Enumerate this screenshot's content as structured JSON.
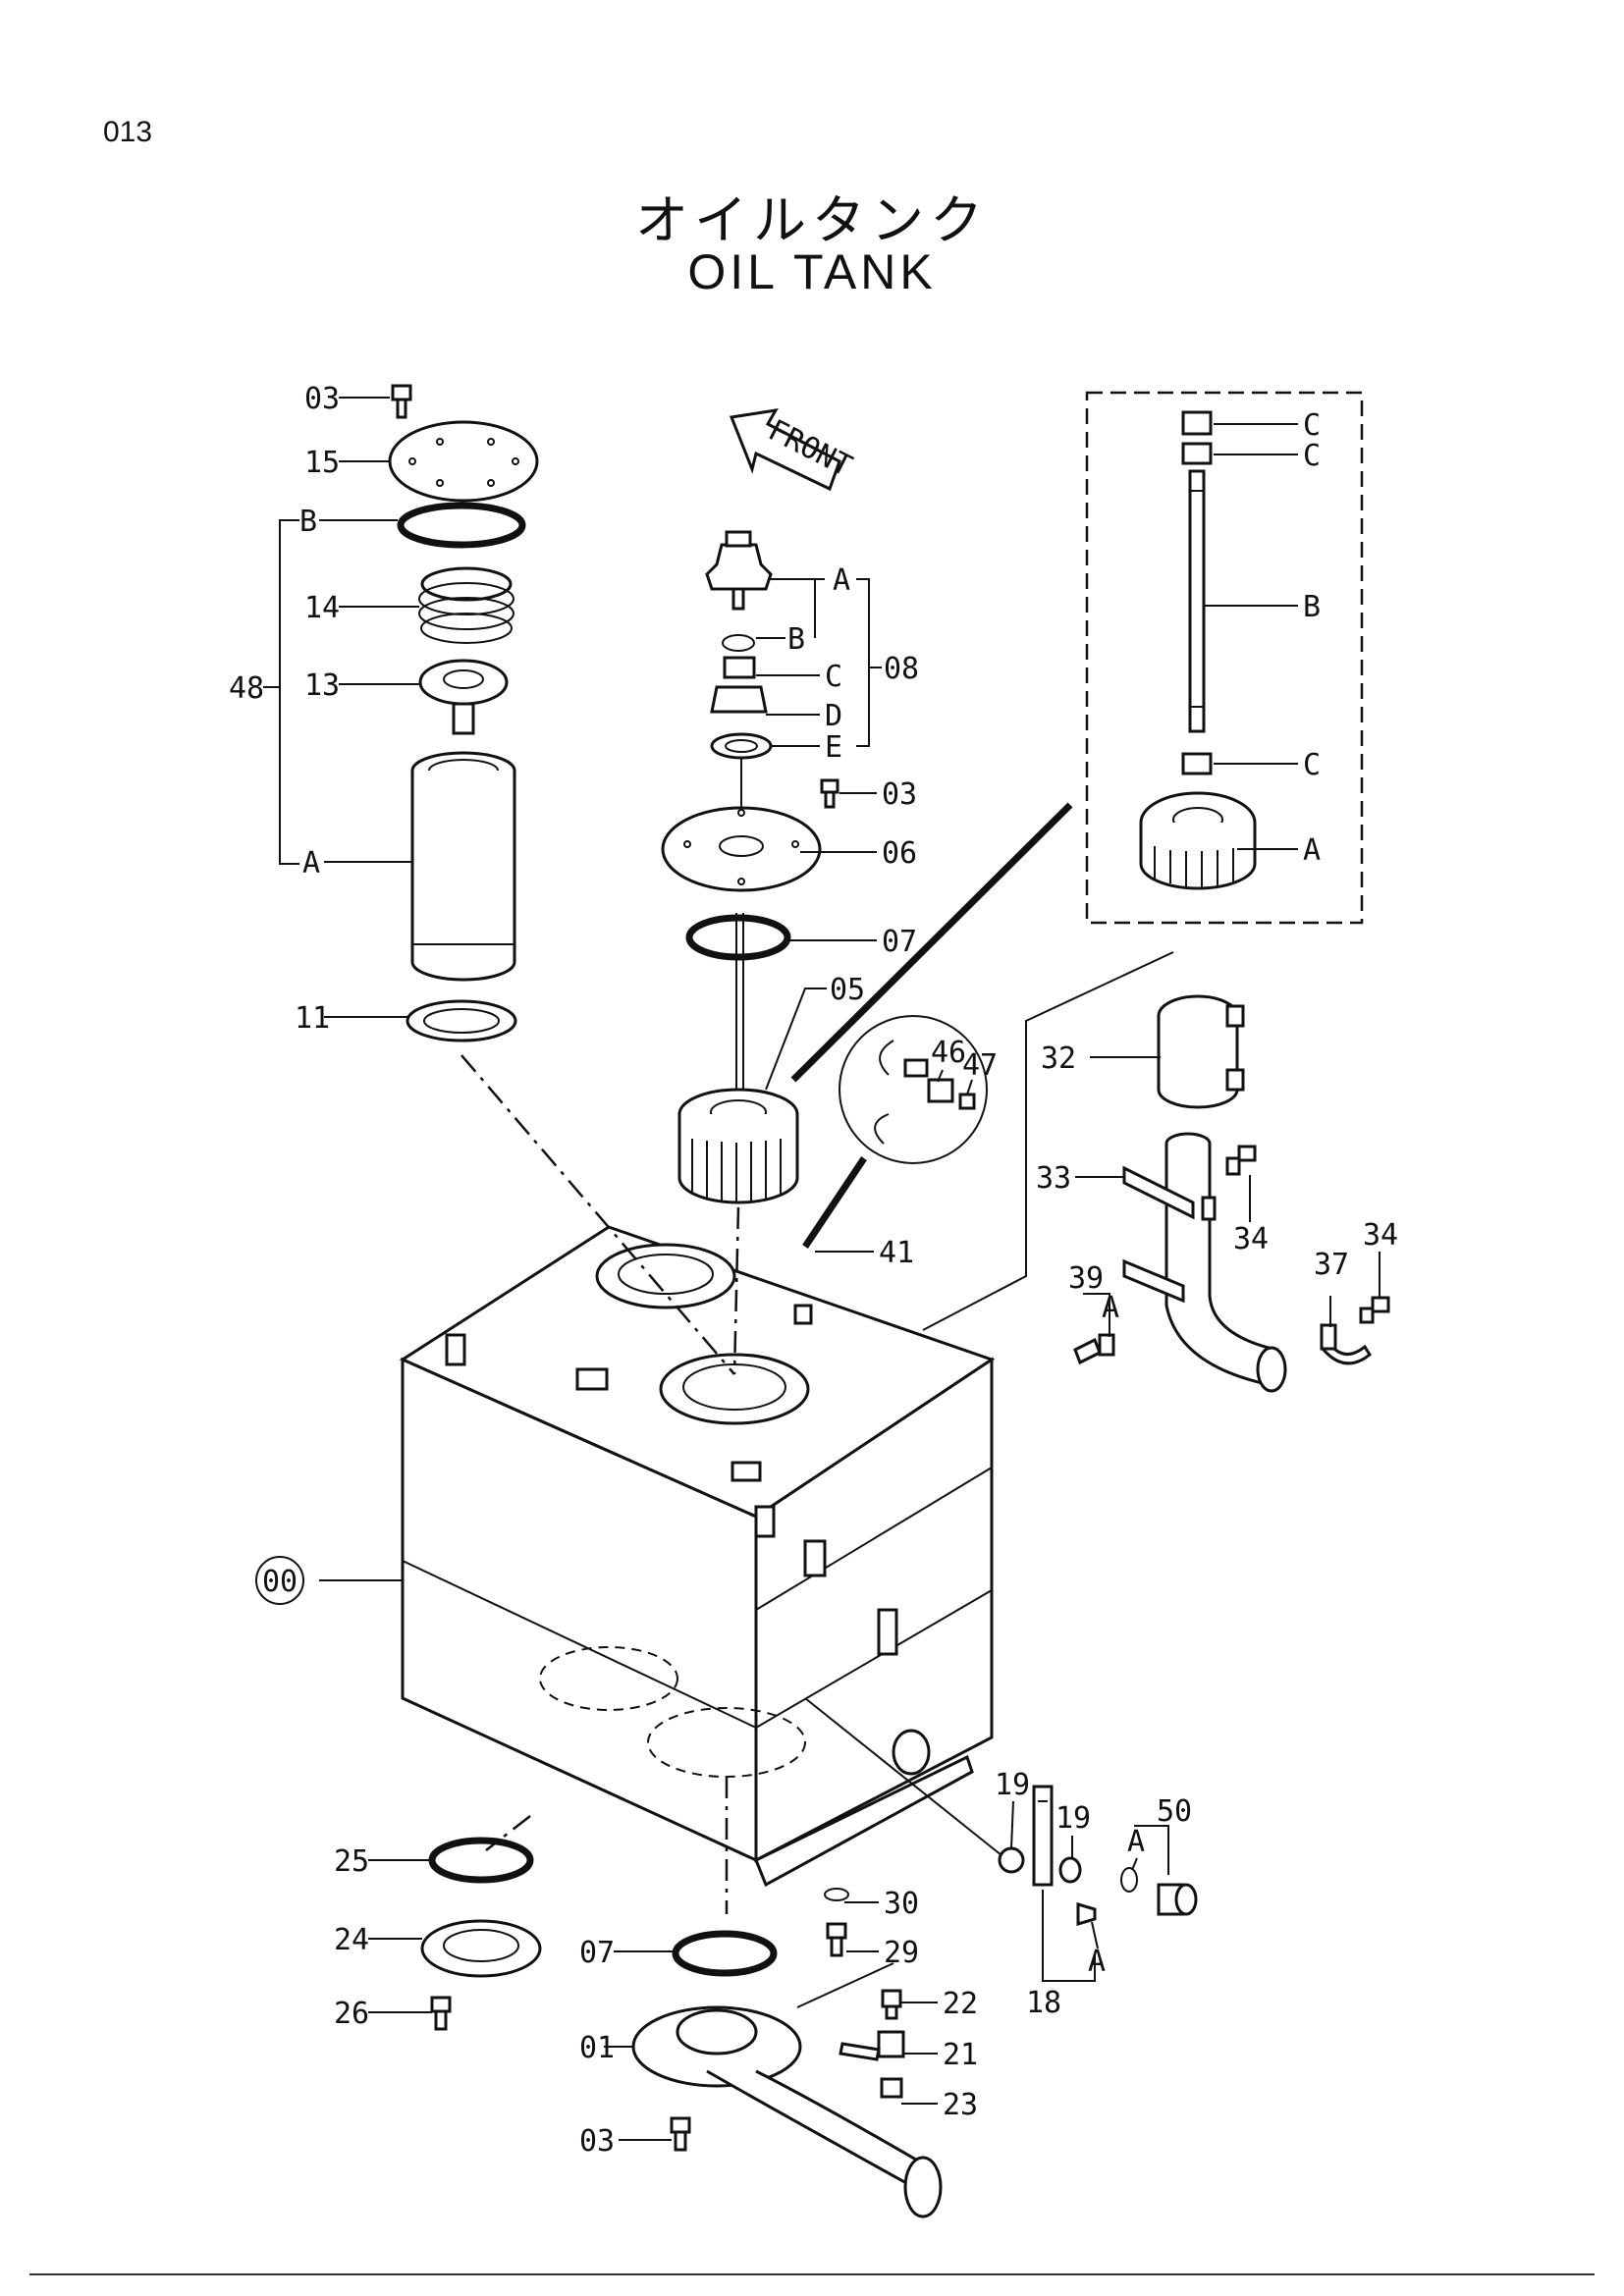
{
  "page_number": "013",
  "title_jp": "オイルタンク",
  "title_en": "OIL   TANK",
  "front_arrow": "FRONT",
  "labels": {
    "p03_top": "03",
    "p15": "15",
    "pB_left": "B",
    "p14": "14",
    "p48": "48",
    "p13": "13",
    "pA_left": "A",
    "p11": "11",
    "p08A": "A",
    "p08B": "B",
    "p08C": "C",
    "p08D": "D",
    "p08E": "E",
    "p08": "08",
    "p03_mid": "03",
    "p06": "06",
    "p07_top": "07",
    "p05": "05",
    "p46": "46",
    "p47": "47",
    "p41": "41",
    "boxC1": "C",
    "boxC2": "C",
    "boxB": "B",
    "boxC3": "C",
    "boxA": "A",
    "p32": "32",
    "p33": "33",
    "p34_a": "34",
    "p34_b": "34",
    "p37": "37",
    "p39": "39",
    "p39A": "A",
    "p00": "00",
    "p19_a": "19",
    "p19_b": "19",
    "p50": "50",
    "p50A": "A",
    "p18A": "A",
    "p18": "18",
    "p25": "25",
    "p24": "24",
    "p26": "26",
    "p07_bot": "07",
    "p30": "30",
    "p29": "29",
    "p01": "01",
    "p22": "22",
    "p21": "21",
    "p23": "23",
    "p03_bot": "03"
  },
  "icons": [
    "front-arrow-icon",
    "callout-circle-icon"
  ]
}
